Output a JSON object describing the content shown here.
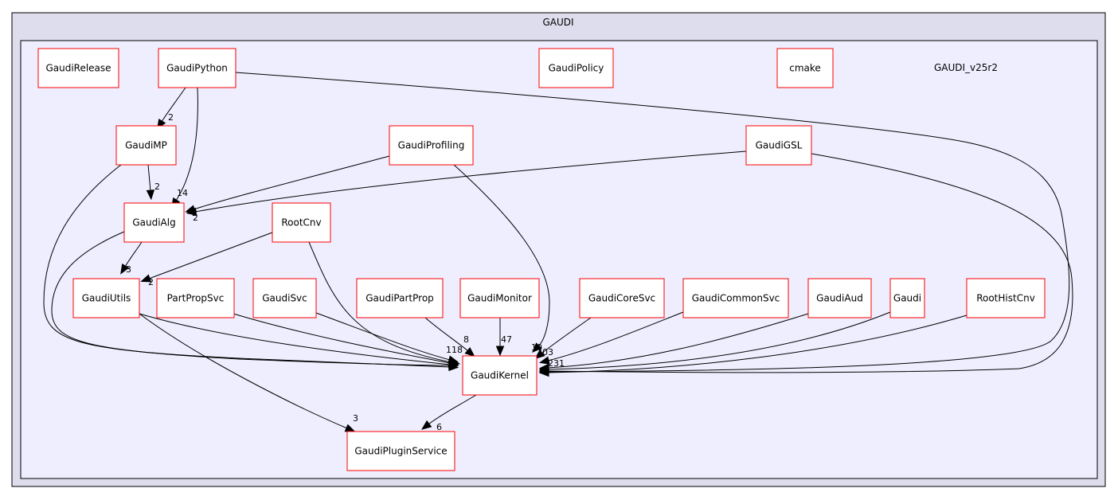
{
  "outer_cluster": {
    "label": "GAUDI"
  },
  "inner_cluster": {
    "label": "GAUDI_v25r2"
  },
  "colors": {
    "outer_fill": "#ddddee",
    "inner_fill": "#eeeeff",
    "node_border": "#ff0000",
    "edge": "#000000"
  },
  "nodes": [
    {
      "id": "GaudiRelease",
      "label": "GaudiRelease"
    },
    {
      "id": "GaudiPython",
      "label": "GaudiPython"
    },
    {
      "id": "GaudiPolicy",
      "label": "GaudiPolicy"
    },
    {
      "id": "cmake",
      "label": "cmake"
    },
    {
      "id": "GaudiMP",
      "label": "GaudiMP"
    },
    {
      "id": "GaudiProfiling",
      "label": "GaudiProfiling"
    },
    {
      "id": "GaudiGSL",
      "label": "GaudiGSL"
    },
    {
      "id": "GaudiAlg",
      "label": "GaudiAlg"
    },
    {
      "id": "RootCnv",
      "label": "RootCnv"
    },
    {
      "id": "GaudiUtils",
      "label": "GaudiUtils"
    },
    {
      "id": "PartPropSvc",
      "label": "PartPropSvc"
    },
    {
      "id": "GaudiSvc",
      "label": "GaudiSvc"
    },
    {
      "id": "GaudiPartProp",
      "label": "GaudiPartProp"
    },
    {
      "id": "GaudiMonitor",
      "label": "GaudiMonitor"
    },
    {
      "id": "GaudiCoreSvc",
      "label": "GaudiCoreSvc"
    },
    {
      "id": "GaudiCommonSvc",
      "label": "GaudiCommonSvc"
    },
    {
      "id": "GaudiAud",
      "label": "GaudiAud"
    },
    {
      "id": "Gaudi",
      "label": "Gaudi"
    },
    {
      "id": "RootHistCnv",
      "label": "RootHistCnv"
    },
    {
      "id": "GaudiKernel",
      "label": "GaudiKernel"
    },
    {
      "id": "GaudiPluginService",
      "label": "GaudiPluginService"
    }
  ],
  "edges": [
    {
      "from": "GaudiPython",
      "to": "GaudiMP",
      "label": "2"
    },
    {
      "from": "GaudiPython",
      "to": "GaudiAlg",
      "label": "14"
    },
    {
      "from": "GaudiPython",
      "to": "GaudiKernel",
      "label": ""
    },
    {
      "from": "GaudiMP",
      "to": "GaudiAlg",
      "label": "2"
    },
    {
      "from": "GaudiMP",
      "to": "GaudiKernel",
      "label": ""
    },
    {
      "from": "GaudiProfiling",
      "to": "GaudiAlg",
      "label": "2"
    },
    {
      "from": "GaudiProfiling",
      "to": "GaudiKernel",
      "label": "10"
    },
    {
      "from": "GaudiGSL",
      "to": "GaudiAlg",
      "label": "2"
    },
    {
      "from": "GaudiGSL",
      "to": "GaudiKernel",
      "label": ""
    },
    {
      "from": "GaudiAlg",
      "to": "GaudiUtils",
      "label": "3"
    },
    {
      "from": "GaudiAlg",
      "to": "GaudiKernel",
      "label": ""
    },
    {
      "from": "RootCnv",
      "to": "GaudiUtils",
      "label": "2"
    },
    {
      "from": "RootCnv",
      "to": "GaudiKernel",
      "label": ""
    },
    {
      "from": "GaudiUtils",
      "to": "GaudiKernel",
      "label": ""
    },
    {
      "from": "GaudiUtils",
      "to": "GaudiPluginService",
      "label": "3"
    },
    {
      "from": "PartPropSvc",
      "to": "GaudiKernel",
      "label": ""
    },
    {
      "from": "GaudiSvc",
      "to": "GaudiKernel",
      "label": "118"
    },
    {
      "from": "GaudiPartProp",
      "to": "GaudiKernel",
      "label": "8"
    },
    {
      "from": "GaudiMonitor",
      "to": "GaudiKernel",
      "label": "47"
    },
    {
      "from": "GaudiCoreSvc",
      "to": "GaudiKernel",
      "label": "203"
    },
    {
      "from": "GaudiCommonSvc",
      "to": "GaudiKernel",
      "label": "231"
    },
    {
      "from": "GaudiAud",
      "to": "GaudiKernel",
      "label": ""
    },
    {
      "from": "Gaudi",
      "to": "GaudiKernel",
      "label": ""
    },
    {
      "from": "RootHistCnv",
      "to": "GaudiKernel",
      "label": ""
    },
    {
      "from": "GaudiKernel",
      "to": "GaudiPluginService",
      "label": "6"
    }
  ]
}
